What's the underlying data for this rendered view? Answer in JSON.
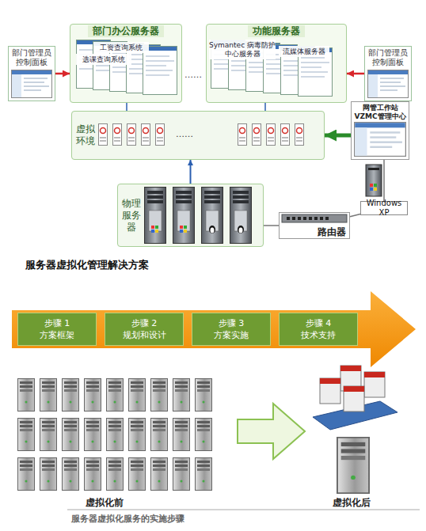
{
  "diagram": {
    "title": "服务器虚拟化管理解决方案",
    "caption": "服务器虚拟化服务的实施步骤",
    "nodes": [
      {
        "text": [
          "部门管理员控制面板"
        ]
      },
      {
        "text": [
          "部门办公服务器"
        ]
      },
      {
        "text": [
          "工资查询系统"
        ],
        "in": 1
      },
      {
        "text": [
          "选课查询系统"
        ],
        "in": 1
      },
      {
        "text": [
          "功能服务器"
        ]
      },
      {
        "text": [
          "Symantec 病毒防护中心服务器"
        ],
        "in": 4
      },
      {
        "text": [
          "流媒体服务器"
        ],
        "in": 4
      },
      {
        "text": [
          "部门管理员控制面板"
        ]
      },
      {
        "text": [
          "虚拟环境"
        ]
      },
      {
        "text": [
          "网管工作站 VZMC管理中心"
        ]
      },
      {
        "text": [
          "Windows XP"
        ]
      },
      {
        "text": [
          "物理服务器"
        ]
      },
      {
        "text": [
          "路由器"
        ]
      },
      {
        "text": [
          "步骤 1",
          "方案框架"
        ]
      },
      {
        "text": [
          "步骤 2",
          "规划和设计"
        ]
      },
      {
        "text": [
          "步骤 3",
          "方案实施"
        ]
      },
      {
        "text": [
          "步骤 4",
          "技术支持"
        ]
      }
    ],
    "edges": [
      {
        "from": 0,
        "to": 1,
        "arrow": "to"
      },
      {
        "from": 7,
        "to": 4,
        "arrow": "to"
      },
      {
        "from": 9,
        "to": 8,
        "arrow": "to"
      },
      {
        "from": 11,
        "to": 8,
        "arrow": "to"
      },
      {
        "from": 8,
        "to": 1,
        "arrow": "none"
      },
      {
        "from": 8,
        "to": 4,
        "arrow": "none"
      },
      {
        "from": 11,
        "to": 12,
        "arrow": "none"
      },
      {
        "from": 12,
        "to": 10,
        "arrow": "none"
      },
      {
        "from": 10,
        "to": 9,
        "arrow": "none"
      }
    ],
    "labels": [
      "……",
      "……",
      "虚拟化前",
      "虚拟化后"
    ]
  }
}
